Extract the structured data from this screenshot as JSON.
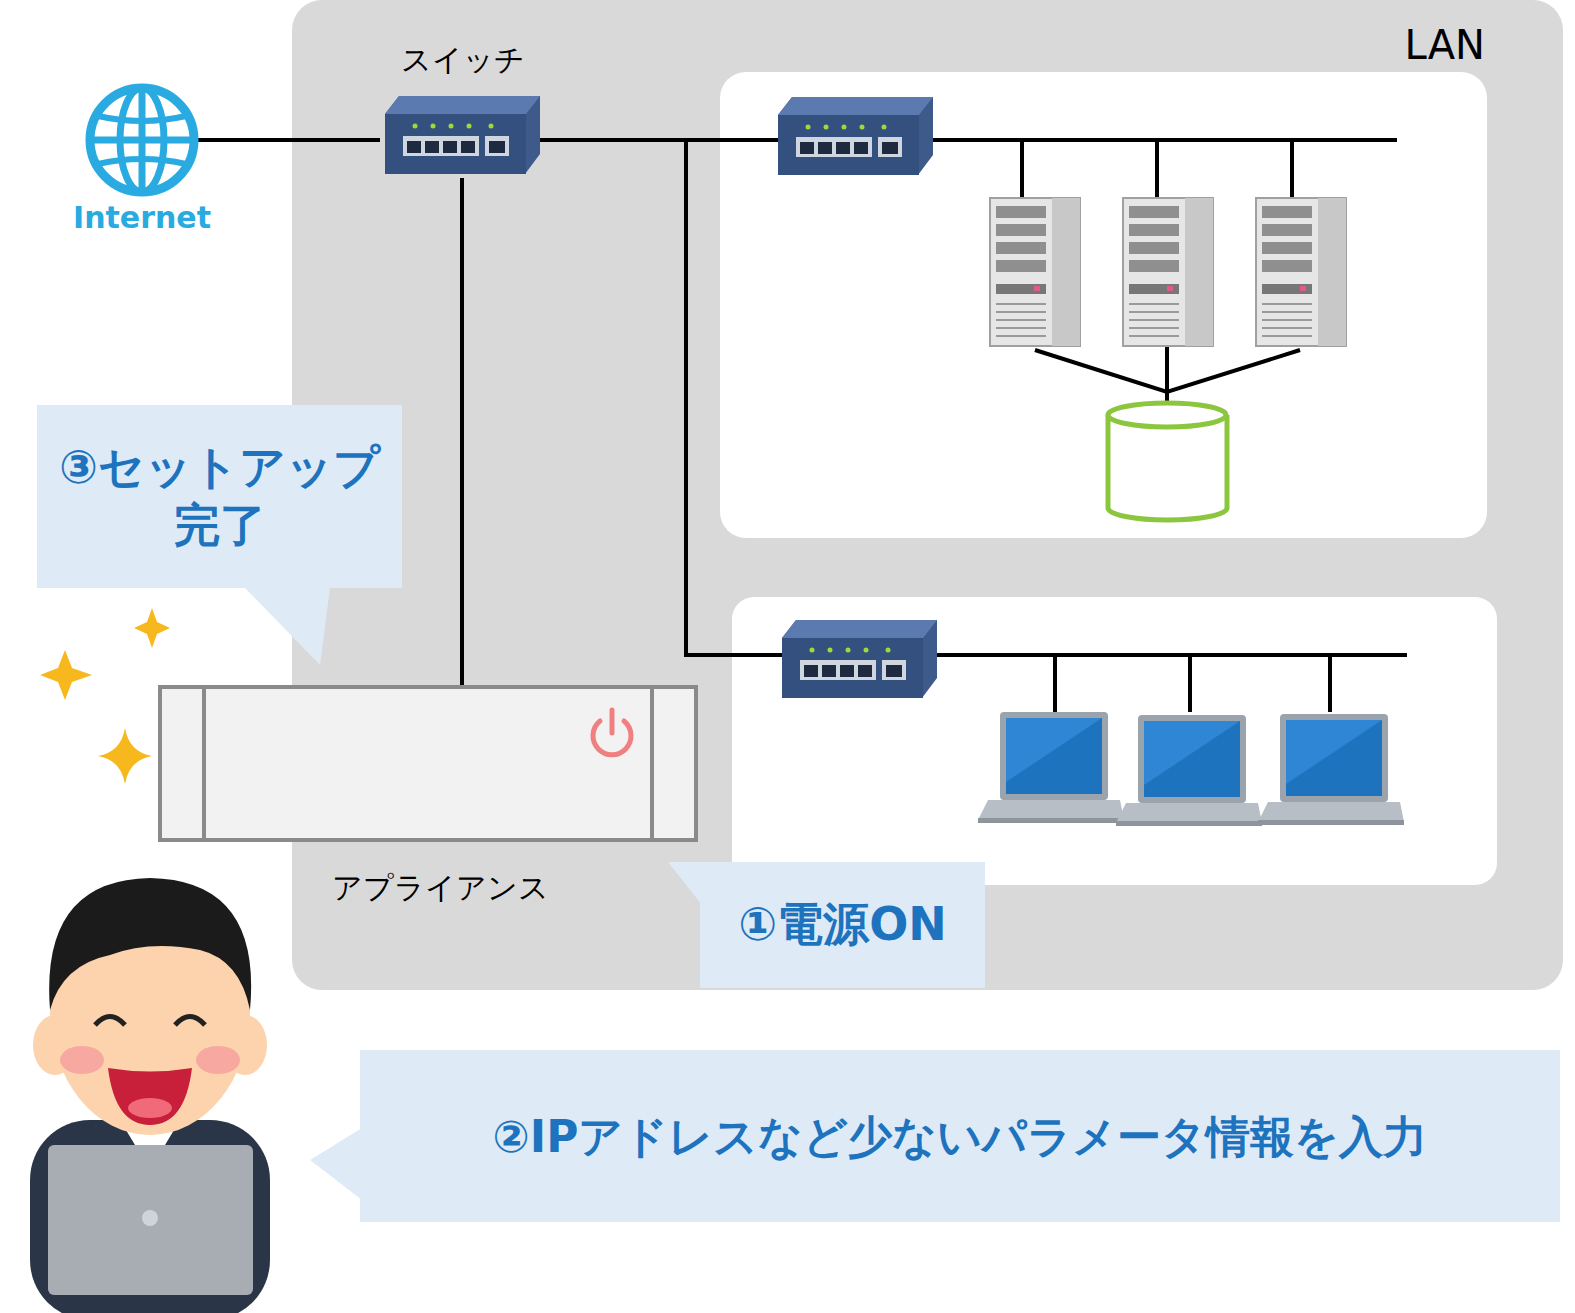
{
  "diagram": {
    "nodes": [
      {
        "text": [
          "Internet"
        ]
      },
      {
        "text": [
          "LAN"
        ]
      },
      {
        "text": [
          "スイッチ"
        ],
        "in": 1
      },
      {
        "text": [
          "③セットアップ 完了"
        ]
      },
      {
        "text": [
          "アプライアンス"
        ],
        "in": 1
      },
      {
        "text": [
          "①電源ON"
        ],
        "in": 1
      },
      {
        "text": [
          "②IPアドレスなど少ないパラメータ情報を入力"
        ]
      }
    ],
    "edges": [
      {
        "from": 0,
        "to": 2,
        "arrow": "none"
      },
      {
        "from": 2,
        "to": 4,
        "arrow": "none"
      }
    ]
  }
}
